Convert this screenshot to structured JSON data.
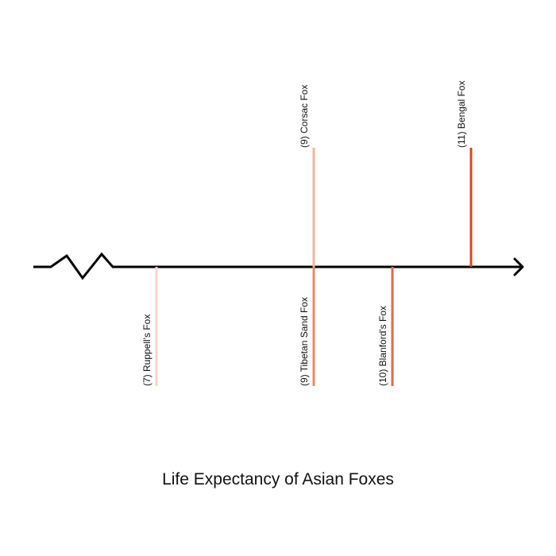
{
  "chart_data": {
    "type": "timeline",
    "title": "Life Expectancy of Asian Foxes",
    "axis": {
      "xlim": [
        5,
        12
      ],
      "broken_axis": true,
      "arrow": true,
      "color": "#000000"
    },
    "events": [
      {
        "value": 7,
        "label": "(7) Ruppell's Fox",
        "side": "below",
        "color": "#f7d5c6"
      },
      {
        "value": 9,
        "label": "(9) Corsac Fox",
        "side": "above",
        "color": "#f2b598"
      },
      {
        "value": 9,
        "label": "(9) Tibetan Sand Fox",
        "side": "below",
        "color": "#eb8a66"
      },
      {
        "value": 10,
        "label": "(10) Blanford's Fox",
        "side": "below",
        "color": "#e26a45"
      },
      {
        "value": 11,
        "label": "(11) Bengal Fox",
        "side": "above",
        "color": "#d8491f"
      }
    ]
  }
}
